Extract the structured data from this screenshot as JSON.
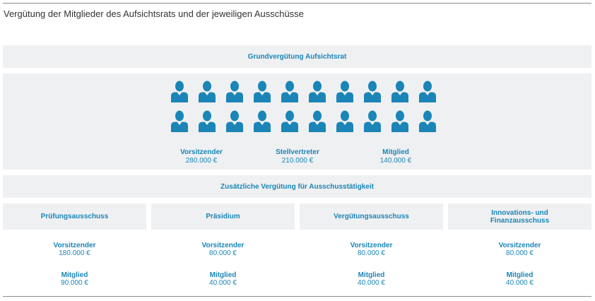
{
  "title": "Vergütung der Mitglieder des Aufsichtsrats und der jeweiligen Ausschüsse",
  "colors": {
    "accent": "#1a85b6",
    "panel": "#eff0f2",
    "text": "#333333"
  },
  "grund": {
    "heading": "Grundvergütung Aufsichtsrat",
    "icon": "person-icon",
    "icon_count": 20,
    "roles": [
      {
        "name": "Vorsitzender",
        "value": "280.000 €"
      },
      {
        "name": "Stellvertreter",
        "value": "210.000 €"
      },
      {
        "name": "Mitglied",
        "value": "140.000 €"
      }
    ]
  },
  "zusatz": {
    "heading": "Zusätzliche Vergütung für Ausschusstätigkeit",
    "committees": [
      {
        "name": "Prüfungsausschuss",
        "chair": {
          "label": "Vorsitzender",
          "value": "180.000 €"
        },
        "member": {
          "label": "Mitglied",
          "value": "90.000 €"
        }
      },
      {
        "name": "Präsidium",
        "chair": {
          "label": "Vorsitzender",
          "value": "80.000 €"
        },
        "member": {
          "label": "Mitglied",
          "value": "40.000 €"
        }
      },
      {
        "name": "Vergütungsausschuss",
        "chair": {
          "label": "Vorsitzender",
          "value": "80.000 €"
        },
        "member": {
          "label": "Mitglied",
          "value": "40.000 €"
        }
      },
      {
        "name": "Innovations- und Finanzausschuss",
        "chair": {
          "label": "Vorsitzender",
          "value": "80.000 €"
        },
        "member": {
          "label": "Mitglied",
          "value": "40.000 €"
        }
      }
    ]
  }
}
